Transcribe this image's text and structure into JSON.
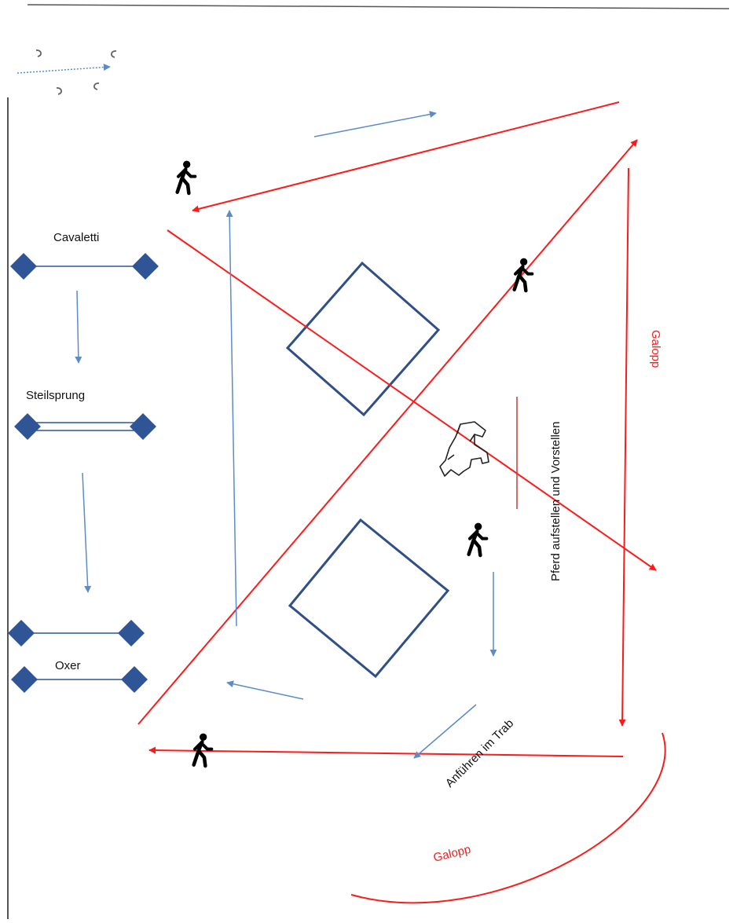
{
  "diagram": {
    "labels": {
      "cavaletti": "Cavaletti",
      "steilsprung": "Steilsprung",
      "oxer": "Oxer",
      "galopp_right": "Galopp",
      "galopp_bottom": "Galopp",
      "pferd_aufstellen": "Pferd aufstellen und Vorstellen",
      "anfuehren_trab": "Anführen im Trab"
    },
    "colors": {
      "red_path": "#ff1a1a",
      "blue_arrow": "#5b8bc9",
      "obstacle": "#2f5597",
      "square_outline": "#2f4f86",
      "text_dark": "#111111",
      "border": "#555555"
    },
    "icons": {
      "walker": "walking-person-icon",
      "horse": "horse-outline-icon",
      "horseshoe": "horseshoe-icon"
    }
  }
}
